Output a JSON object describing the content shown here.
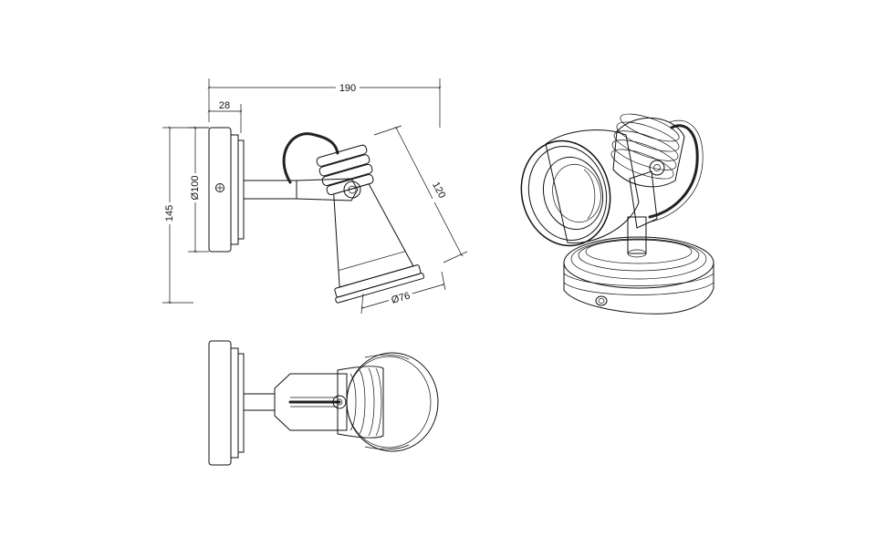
{
  "dimensions": {
    "overall_width": "190",
    "plate_depth": "28",
    "overall_height": "145",
    "plate_diameter": "Ø100",
    "shade_length": "120",
    "shade_diameter": "Ø76"
  }
}
